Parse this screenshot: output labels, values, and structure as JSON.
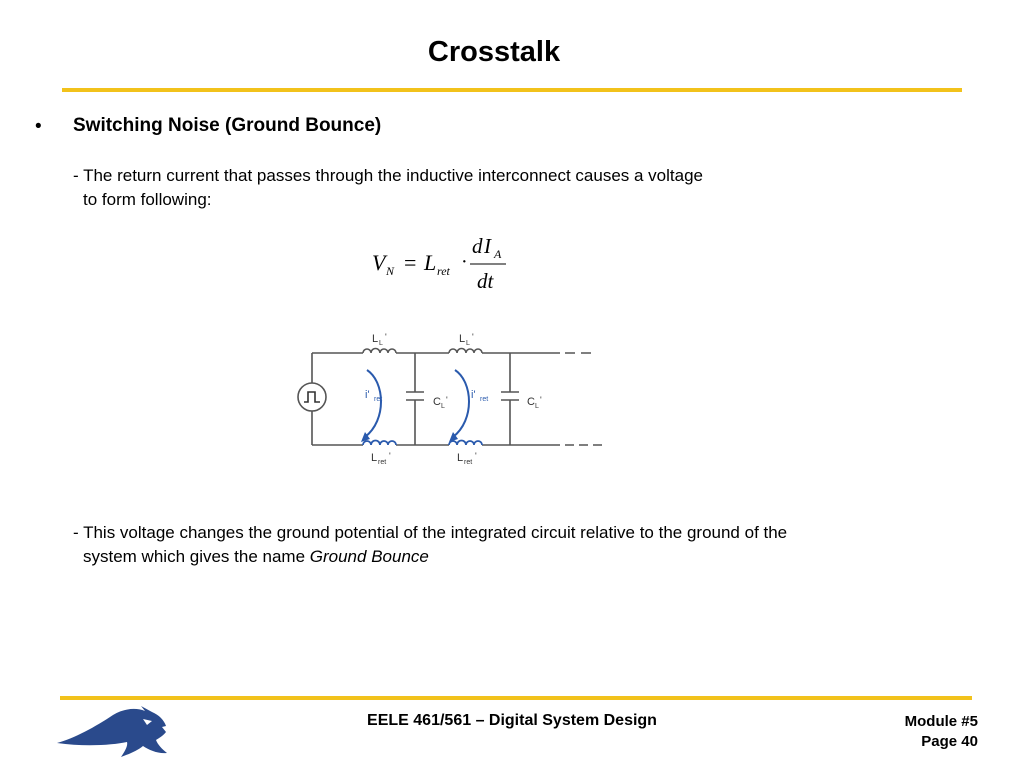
{
  "colors": {
    "accent_rule": "#f2c21b",
    "circuit_blue": "#2a5aad",
    "circuit_gray": "#555555",
    "logo_blue": "#2a4a8c"
  },
  "slide": {
    "title": "Crosstalk",
    "bullet_marker": "•",
    "bullet_heading": "Switching Noise (Ground Bounce)",
    "paragraph1_line1": "- The return current that passes through the inductive interconnect causes a voltage",
    "paragraph1_line2": "to form following:",
    "paragraph2_line1": "- This voltage changes the ground potential of the integrated circuit relative to the ground of the",
    "paragraph2_line2_prefix": "system which gives the name ",
    "paragraph2_line2_italic": "Ground Bounce"
  },
  "equation": {
    "lhs_symbol": "V",
    "lhs_subscript": "N",
    "equals": "=",
    "inductance_symbol": "L",
    "inductance_subscript": "ret",
    "dot": "·",
    "numerator_d": "d",
    "numerator_symbol": "I",
    "numerator_subscript": "A",
    "denominator": "dt"
  },
  "circuit": {
    "inductor_top_1": "L",
    "inductor_top_1_sub": "L",
    "inductor_top_2": "L",
    "inductor_top_2_sub": "L",
    "inductor_bottom_1": "L",
    "inductor_bottom_1_sub": "ret",
    "inductor_bottom_2": "L",
    "inductor_bottom_2_sub": "ret",
    "capacitor_1": "C",
    "capacitor_1_sub": "L",
    "capacitor_2": "C",
    "capacitor_2_sub": "L",
    "current_1": "i'",
    "current_1_sub": "ret",
    "current_2": "i'",
    "current_2_sub": "ret",
    "prime": "'"
  },
  "footer": {
    "course": "EELE 461/561 – Digital System Design",
    "module": "Module #5",
    "page": "Page 40"
  },
  "logo_icon": "bobcat-logo-icon"
}
